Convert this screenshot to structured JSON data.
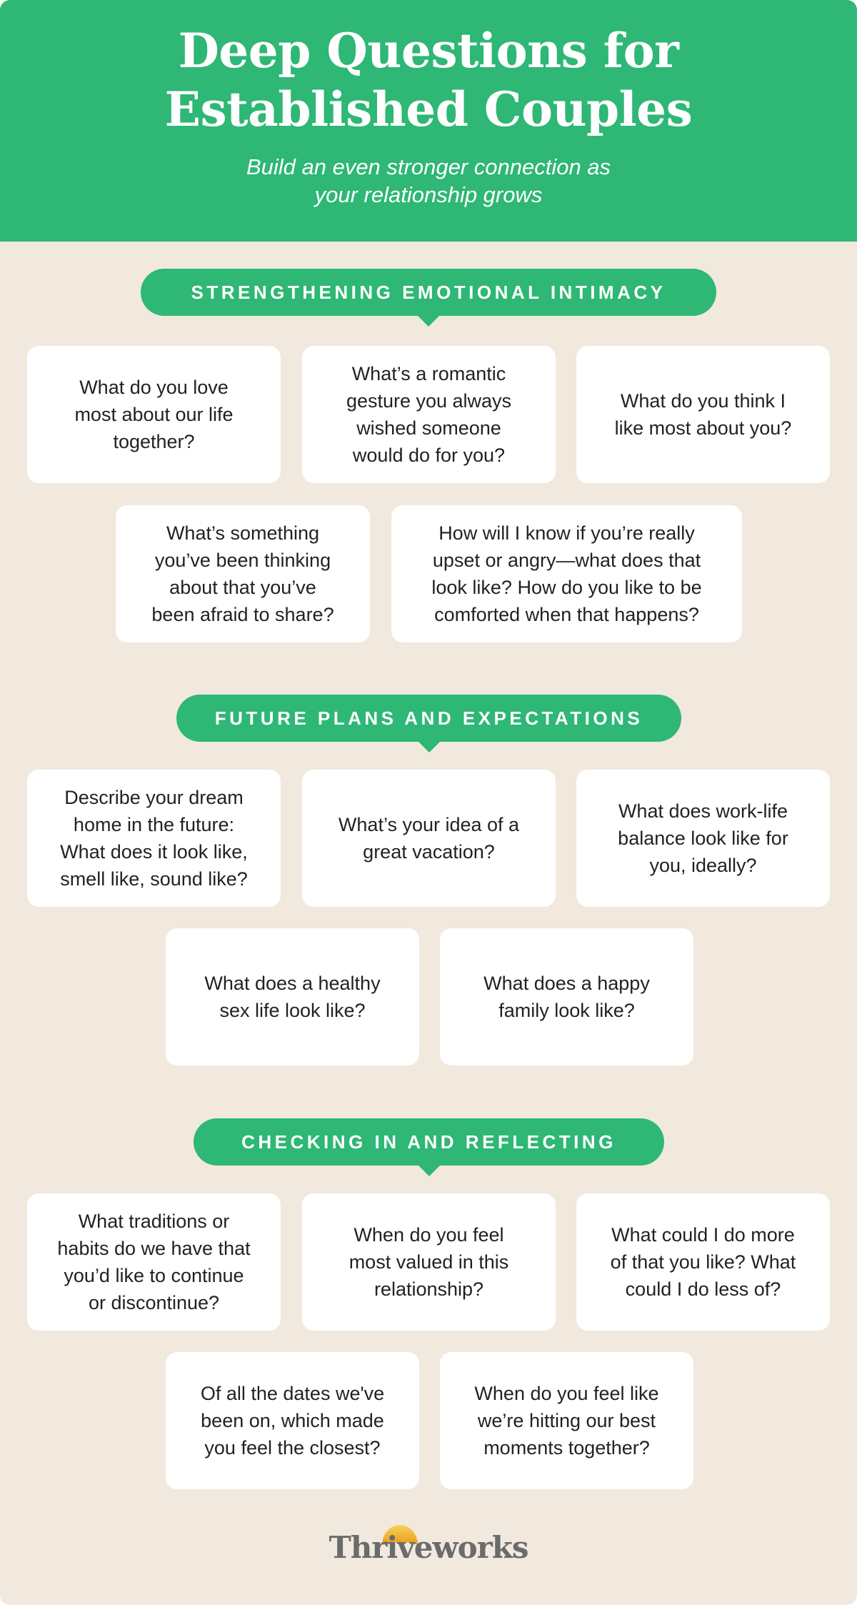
{
  "header": {
    "title_lines": [
      "Deep Questions for",
      "Established Couples"
    ],
    "subtitle_lines": [
      "Build an even stronger connection as",
      "your relationship grows"
    ]
  },
  "colors": {
    "brand_green": "#2eb775",
    "background_cream": "#f1e9dd",
    "card_white": "#ffffff",
    "text_dark": "#1f2126",
    "logo_gray": "#6b6b6b",
    "logo_sun": "#f0b429"
  },
  "sections": [
    {
      "heading": "STRENGTHENING EMOTIONAL INTIMACY",
      "questions": [
        "What do you love\nmost about our life\ntogether?",
        "What’s a romantic\ngesture you always\nwished someone\nwould do for you?",
        "What do you think I\nlike most about you?",
        "What’s something\nyou’ve been thinking\nabout that you’ve\nbeen afraid to share?",
        "How will I know if you’re really\nupset or angry—what does that\nlook like? How do you like to be\ncomforted when that happens?"
      ]
    },
    {
      "heading": "FUTURE PLANS AND EXPECTATIONS",
      "questions": [
        "Describe your dream\nhome in the future:\nWhat does it look like,\nsmell like, sound like?",
        "What’s your idea of a\ngreat vacation?",
        "What does work-life\nbalance look like for\nyou, ideally?",
        "What does a healthy\nsex life look like?",
        "What does a happy\nfamily look like?"
      ]
    },
    {
      "heading": "CHECKING IN AND REFLECTING",
      "questions": [
        "What traditions or\nhabits do we have that\nyou’d like to continue\nor discontinue?",
        "When do you feel\nmost valued in this\nrelationship?",
        "What could I do more\nof that you like? What\ncould I do less of?",
        "Of all the dates we've\nbeen on, which made\nyou feel the closest?",
        "When do you feel like\nwe’re hitting our best\nmoments together?"
      ]
    }
  ],
  "footer": {
    "logo_text": "Thriveworks",
    "logo_icon": "sun-icon"
  }
}
